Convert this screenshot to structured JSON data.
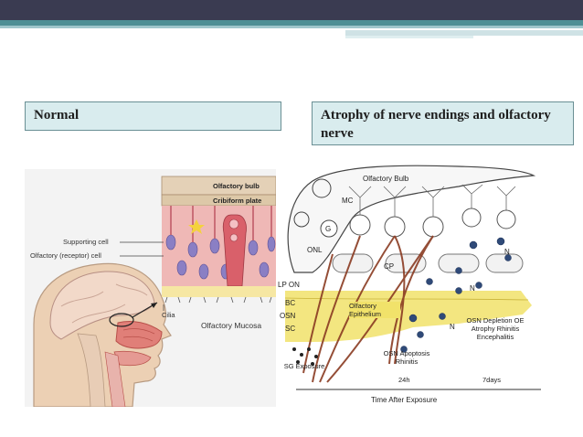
{
  "labels": {
    "normal": "Normal",
    "atrophy": "Atrophy of nerve endings and olfactory nerve"
  },
  "left_figure": {
    "olfactory_bulb": "Olfactory bulb",
    "cribiform_plate": "Cribiform plate",
    "supporting_cell": "Supporting cell",
    "receptor_cell": "Olfactory (receptor) cell",
    "cilia": "Cilia",
    "mucosa": "Olfactory Mucosa"
  },
  "right_figure": {
    "olfactory_bulb": "Olfactory Bulb",
    "mc": "MC",
    "g": "G",
    "onl": "ONL",
    "cp": "CP",
    "n1": "N",
    "n2": "N",
    "n3": "N",
    "lp_on": "LP ON",
    "bc": "BC",
    "osn": "OSN",
    "sc": "SC",
    "olfactory_epithelium": "Olfactory Epithelium",
    "sg_exposure": "SG Exposure",
    "osn_apoptosis": "OSN Apoptosis Rhinitis",
    "t24": "24h",
    "osn_depletion": "OSN Depletion OE Atrophy Rhinitis Encephalitis",
    "t7": "7days",
    "time_axis": "Time After Exposure"
  },
  "colors": {
    "header_dark": "#3a3b51",
    "header_teal": "#4e8f95",
    "label_bg": "#d9ecee",
    "label_border": "#6a8f94",
    "epithelium_yellow": "#f1e26a",
    "nerve_brown": "#8a3b22",
    "cell_purple": "#8a7fc4",
    "tissue_pink": "#e9a7a5"
  }
}
